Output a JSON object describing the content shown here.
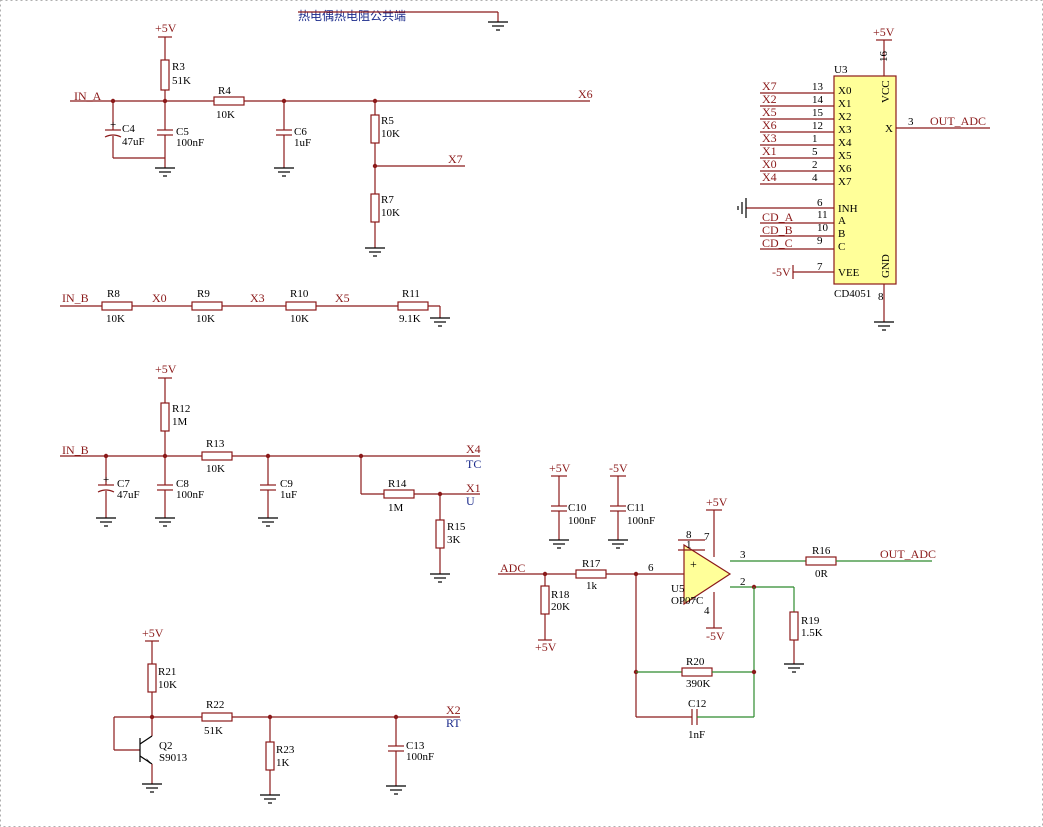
{
  "title_label": "热电偶热电阻公共端",
  "supplies": {
    "p5v": "+5V",
    "m5v": "-5V"
  },
  "nets": {
    "in_a": "IN_A",
    "in_b": "IN_B",
    "x0": "X0",
    "x1": "X1",
    "x2": "X2",
    "x3": "X3",
    "x4": "X4",
    "x5": "X5",
    "x6": "X6",
    "x7": "X7",
    "tc": "TC",
    "u": "U",
    "rt": "RT",
    "adc": "ADC",
    "out_adc": "OUT_ADC",
    "cd_a": "CD_A",
    "cd_b": "CD_B",
    "cd_c": "CD_C"
  },
  "parts": {
    "r3": {
      "ref": "R3",
      "val": "51K"
    },
    "r4": {
      "ref": "R4",
      "val": "10K"
    },
    "r5": {
      "ref": "R5",
      "val": "10K"
    },
    "r7": {
      "ref": "R7",
      "val": "10K"
    },
    "r8": {
      "ref": "R8",
      "val": "10K"
    },
    "r9": {
      "ref": "R9",
      "val": "10K"
    },
    "r10": {
      "ref": "R10",
      "val": "10K"
    },
    "r11": {
      "ref": "R11",
      "val": "9.1K"
    },
    "r12": {
      "ref": "R12",
      "val": "1M"
    },
    "r13": {
      "ref": "R13",
      "val": "10K"
    },
    "r14": {
      "ref": "R14",
      "val": "1M"
    },
    "r15": {
      "ref": "R15",
      "val": "3K"
    },
    "r16": {
      "ref": "R16",
      "val": "0R"
    },
    "r17": {
      "ref": "R17",
      "val": "1k"
    },
    "r18": {
      "ref": "R18",
      "val": "20K"
    },
    "r19": {
      "ref": "R19",
      "val": "1.5K"
    },
    "r20": {
      "ref": "R20",
      "val": "390K"
    },
    "r21": {
      "ref": "R21",
      "val": "10K"
    },
    "r22": {
      "ref": "R22",
      "val": "51K"
    },
    "r23": {
      "ref": "R23",
      "val": "1K"
    },
    "c4": {
      "ref": "C4",
      "val": "47uF"
    },
    "c5": {
      "ref": "C5",
      "val": "100nF"
    },
    "c6": {
      "ref": "C6",
      "val": "1uF"
    },
    "c7": {
      "ref": "C7",
      "val": "47uF"
    },
    "c8": {
      "ref": "C8",
      "val": "100nF"
    },
    "c9": {
      "ref": "C9",
      "val": "1uF"
    },
    "c10": {
      "ref": "C10",
      "val": "100nF"
    },
    "c11": {
      "ref": "C11",
      "val": "100nF"
    },
    "c12": {
      "ref": "C12",
      "val": "1nF"
    },
    "c13": {
      "ref": "C13",
      "val": "100nF"
    },
    "q2": {
      "ref": "Q2",
      "val": "S9013"
    },
    "u5": {
      "ref": "U5",
      "val": "OP07C"
    }
  },
  "mux": {
    "ref": "U3",
    "part": "CD4051",
    "vcc_label": "VCC",
    "gnd_label": "GND",
    "vcc_pin": "16",
    "gnd_pin": "8",
    "out_pin_name": "X",
    "out_pin_num": "3",
    "inputs": [
      {
        "net": "X7",
        "pin": "13",
        "name": "X0"
      },
      {
        "net": "X2",
        "pin": "14",
        "name": "X1"
      },
      {
        "net": "X5",
        "pin": "15",
        "name": "X2"
      },
      {
        "net": "X6",
        "pin": "12",
        "name": "X3"
      },
      {
        "net": "X3",
        "pin": "1",
        "name": "X4"
      },
      {
        "net": "X1",
        "pin": "5",
        "name": "X5"
      },
      {
        "net": "X0",
        "pin": "2",
        "name": "X6"
      },
      {
        "net": "X4",
        "pin": "4",
        "name": "X7"
      }
    ],
    "controls": [
      {
        "net": "",
        "pin": "6",
        "name": "INH"
      },
      {
        "net": "CD_A",
        "pin": "11",
        "name": "A"
      },
      {
        "net": "CD_B",
        "pin": "10",
        "name": "B"
      },
      {
        "net": "CD_C",
        "pin": "9",
        "name": "C"
      },
      {
        "net": "-5V",
        "pin": "7",
        "name": "VEE"
      }
    ]
  },
  "opamp_pins": {
    "p1": "1",
    "p2": "2",
    "p3": "3",
    "p4": "4",
    "p6": "6",
    "p7": "7",
    "p8": "8",
    "plus": "+",
    "minus": "−"
  }
}
